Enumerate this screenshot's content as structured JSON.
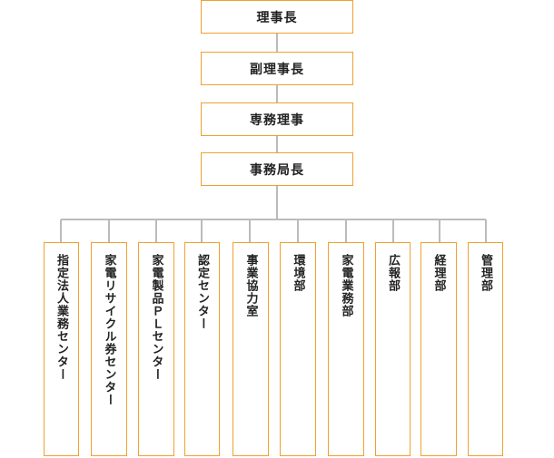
{
  "executives": [
    {
      "label": "理事長"
    },
    {
      "label": "副理事長"
    },
    {
      "label": "専務理事"
    },
    {
      "label": "事務局長"
    }
  ],
  "departments": [
    {
      "label": "指定法人業務センター"
    },
    {
      "label": "家電リサイクル券センター"
    },
    {
      "label": "家電製品ＰＬセンター"
    },
    {
      "label": "認定センター"
    },
    {
      "label": "事業協力室"
    },
    {
      "label": "環境部"
    },
    {
      "label": "家電業務部"
    },
    {
      "label": "広報部"
    },
    {
      "label": "経理部"
    },
    {
      "label": "管理部"
    }
  ],
  "colors": {
    "box_border": "#f0a030",
    "connector": "#bbbbbb",
    "text": "#222222"
  }
}
